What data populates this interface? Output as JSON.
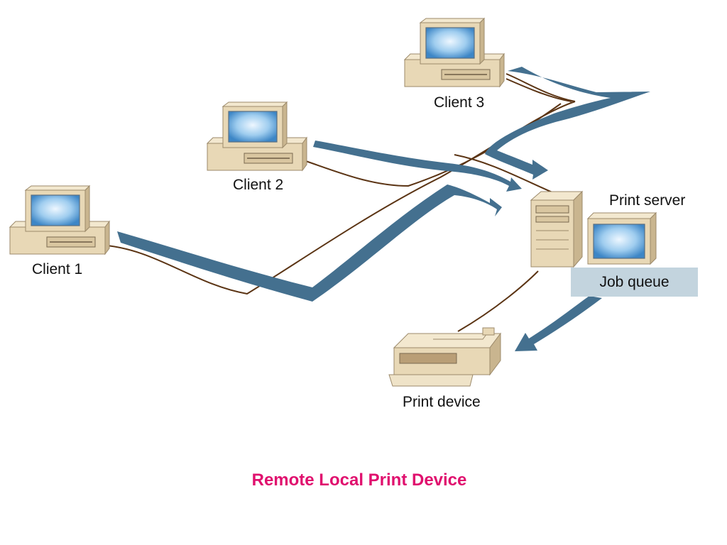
{
  "diagram": {
    "nodes": {
      "client_1": "Client 1",
      "client_2": "Client 2",
      "client_3": "Client 3",
      "print_server": "Print server",
      "job_queue": "Job queue",
      "print_device": "Print device"
    },
    "caption": "Remote Local Print Device"
  },
  "colors": {
    "flow_arrow": "#44708f",
    "cable": "#5b3414",
    "job_queue_box": "#c3d4de",
    "caption": "#e0106e",
    "device_beige": "#e7d6b3",
    "screen_blue": "#8fc3ea"
  },
  "icons": [
    "desktop-computer-icon",
    "server-tower-icon",
    "monitor-icon",
    "printer-icon"
  ]
}
